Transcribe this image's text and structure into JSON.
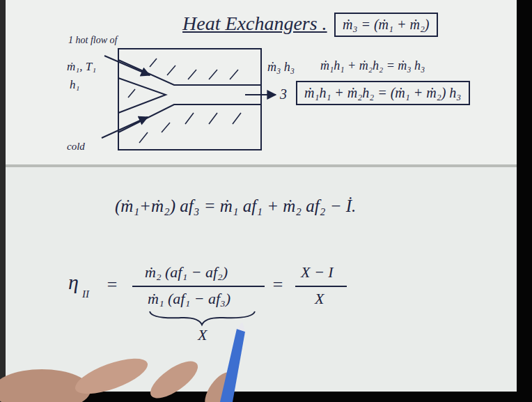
{
  "diagram": {
    "title": "Heat Exchangers .",
    "nodes": [
      {
        "text": [
          "ṁ₃ = (ṁ₁ + ṁ₂)"
        ]
      },
      {
        "text": [
          "ṁ₁h₁ + ṁ₂h₂ = (ṁ₁ + ṁ₂) h₃"
        ]
      }
    ],
    "labels": [
      "1 hot flow of",
      "ṁ₁, T₁",
      "h₁",
      "cold",
      "ṁ₃ h₃",
      "ṁ₁h₁ + ṁ₂h₂ = ṁ₃ h₃",
      "3",
      "(ṁ₁+ṁ₂) af₃ = ṁ₁ af₁ + ṁ₂ af₂ − İ.",
      "η",
      "II",
      "=",
      "ṁ₂ (af₁ − af₂)",
      "ṁ₁ (af₁ − af₃)",
      "=",
      "X − I",
      "X",
      "X"
    ]
  }
}
